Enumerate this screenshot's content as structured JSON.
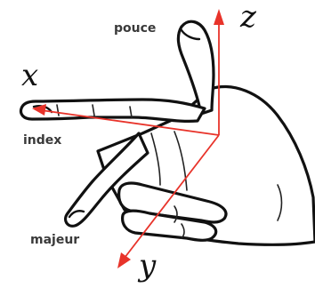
{
  "labels": {
    "thumb": "pouce",
    "index": "index",
    "middle": "majeur"
  },
  "axes": {
    "x": "x",
    "y": "y",
    "z": "z"
  },
  "colors": {
    "axis": "#e8332a",
    "outline": "#111111",
    "label": "#3a3a3a"
  }
}
